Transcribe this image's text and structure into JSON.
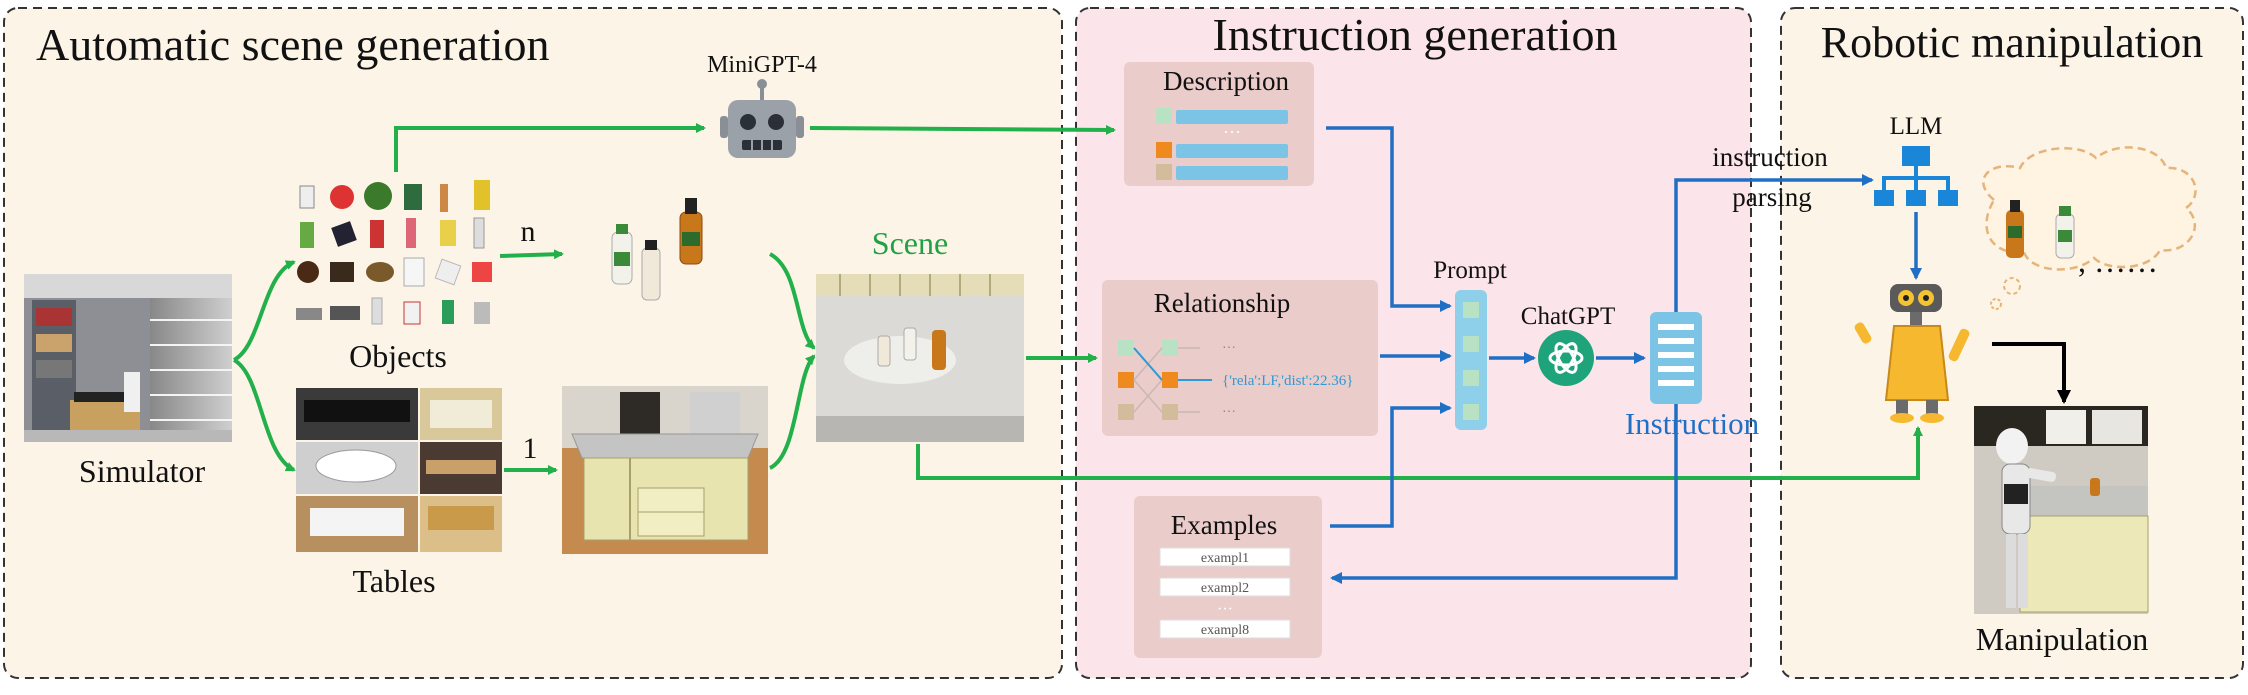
{
  "panels": {
    "scene_generation": {
      "title": "Automatic scene generation",
      "bg": "#fdf4e8"
    },
    "instruction_generation": {
      "title": "Instruction generation",
      "bg": "#fbe5ea"
    },
    "robotic_manipulation": {
      "title": "Robotic manipulation",
      "bg": "#fdf4e8"
    }
  },
  "labels": {
    "minigpt": "MiniGPT-4",
    "objects": "Objects",
    "tables": "Tables",
    "simulator": "Simulator",
    "scene": "Scene",
    "n": "n",
    "one": "1",
    "description": "Description",
    "relationship": "Relationship",
    "relation_example": "{'rela':LF,'dist':22.36}",
    "examples": "Examples",
    "example_items": [
      "exampl1",
      "exampl2",
      "exampl8"
    ],
    "prompt": "Prompt",
    "chatgpt": "ChatGPT",
    "instruction": "Instruction",
    "instruction_parsing_1": "instruction",
    "instruction_parsing_2": "parsing",
    "llm": "LLM",
    "ellipsis": ", ……",
    "manipulation": "Manipulation",
    "dots": "···"
  },
  "colors": {
    "green_arrow": "#22b04a",
    "blue_arrow": "#1f6fc5",
    "scene_label": "#22a046",
    "instruction_label": "#1f6fc5",
    "light_blue_block": "#7cc4e6",
    "prompt_block": "#8ecfe9",
    "chatgpt_icon": "#1fa37a"
  }
}
